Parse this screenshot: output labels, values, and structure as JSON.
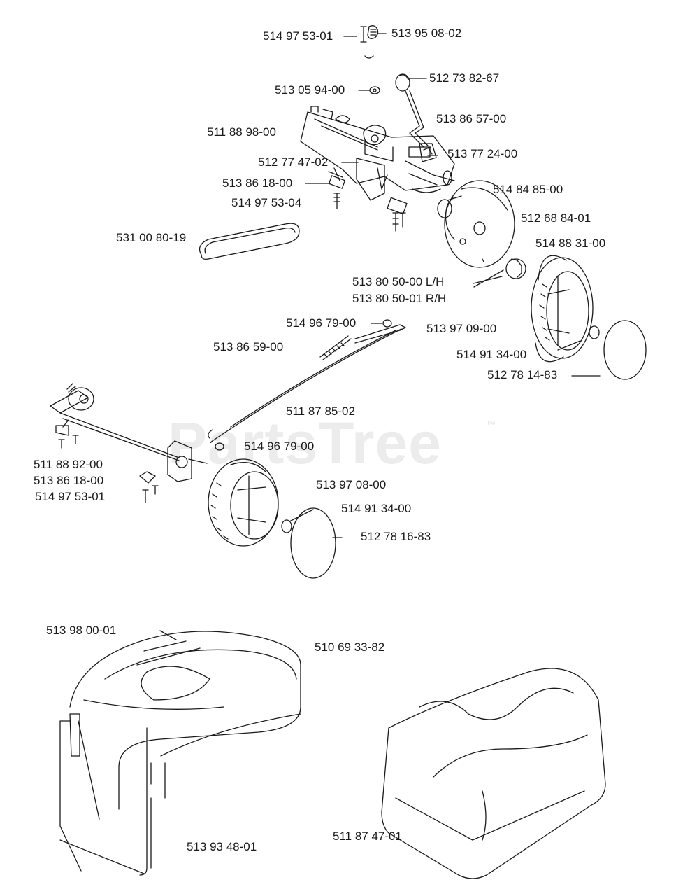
{
  "watermark": {
    "text": "PartsTree",
    "trademark": "™"
  },
  "parts": {
    "p_514975301_top": "514 97 53-01",
    "p_513950802": "513 95 08-02",
    "p_512738267": "512 73 82-67",
    "p_513059400": "513 05 94-00",
    "p_513865700": "513 86 57-00",
    "p_511889800": "511 88 98-00",
    "p_513772400": "513 77 24-00",
    "p_512774702": "512 77 47-02",
    "p_513861800_top": "513 86 18-00",
    "p_514848500": "514 84 85-00",
    "p_514975304": "514 97 53-04",
    "p_512688401": "512 68 84-01",
    "p_531008019": "531 00 80-19",
    "p_514883100": "514 88 31-00",
    "p_513805000": "513 80 50-00 L/H",
    "p_513805001": "513 80 50-01 R/H",
    "p_514967900_top": "514 96 79-00",
    "p_513970900": "513 97 09-00",
    "p_513865900": "513 86 59-00",
    "p_514913400_top": "514 91 34-00",
    "p_512781483": "512 78 14-83",
    "p_511878502": "511 87 85-02",
    "p_514967900_mid": "514 96 79-00",
    "p_511889200": "511 88 92-00",
    "p_513861800_mid": "513 86 18-00",
    "p_514975301_mid": "514 97 53-01",
    "p_513970800": "513 97  08-00",
    "p_514913400_mid": "514 91 34-00",
    "p_512781683": "512 78 16-83",
    "p_513980001": "513 98 00-01",
    "p_510693382": "510 69 33-82",
    "p_513934801": "513 93 48-01",
    "p_511874701": "511 87 47-01"
  },
  "colors": {
    "line": "#1a1a1a",
    "watermark": "#ececec"
  }
}
